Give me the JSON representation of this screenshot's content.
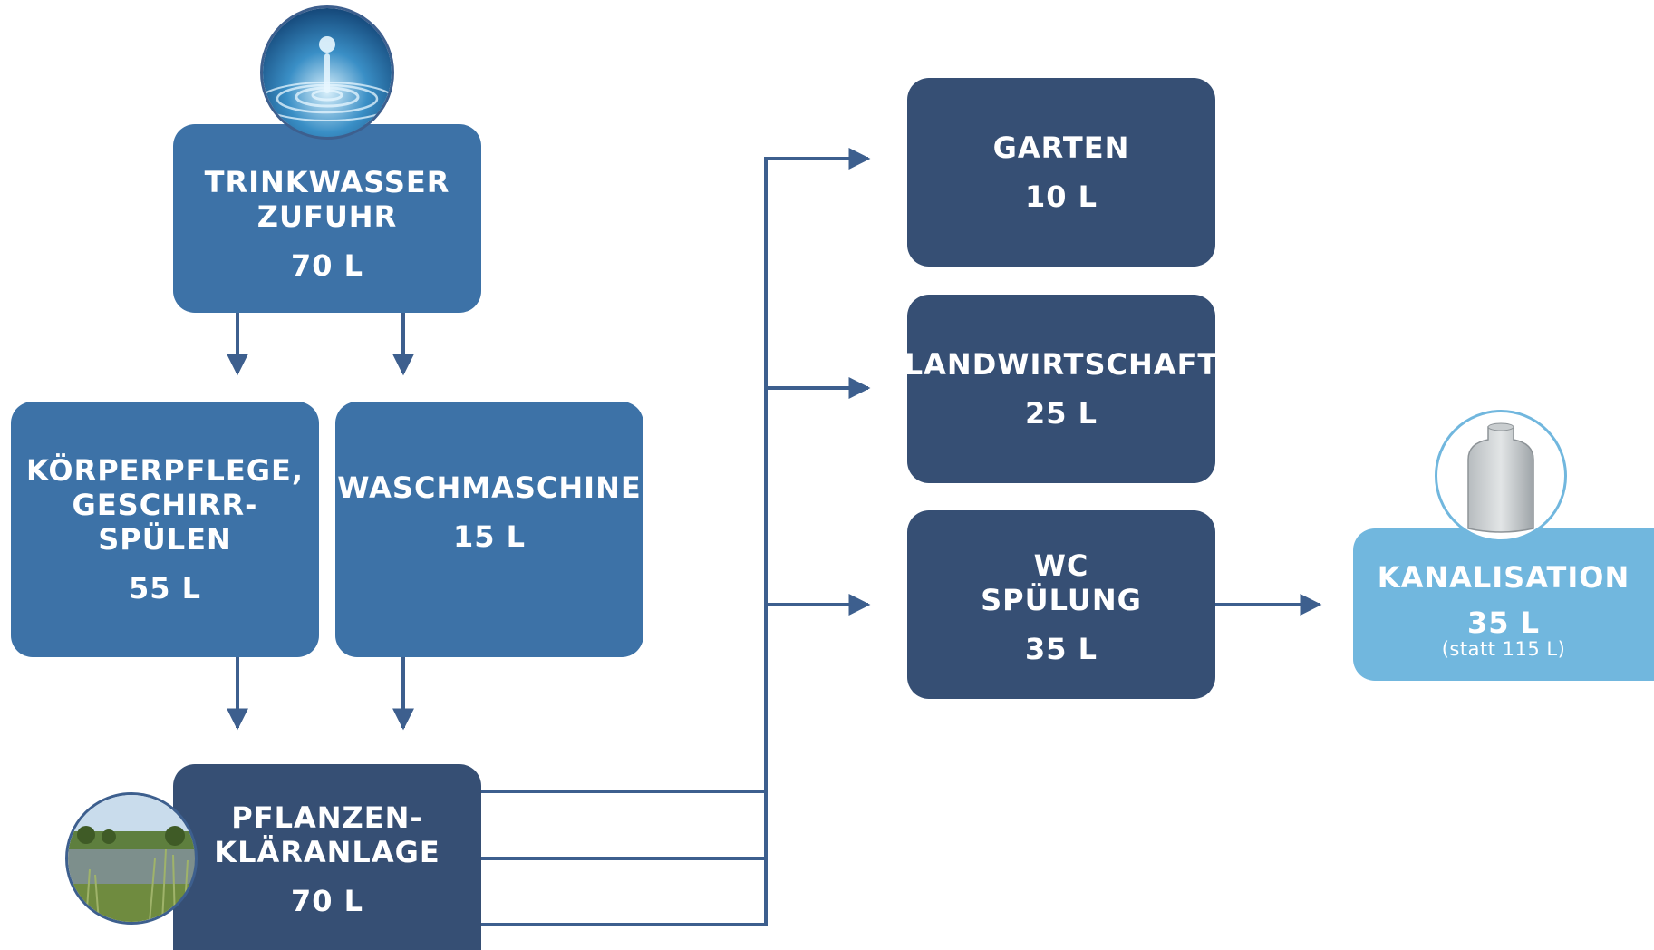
{
  "colors": {
    "box_supply": "#3d72a7",
    "box_treated": "#364f74",
    "box_sewer": "#71b7de",
    "connector": "#3d5f8e"
  },
  "nodes": {
    "trinkwasser": {
      "label": "TRINKWASSER\nZUFUHR",
      "value": "70 L",
      "icon": "water-drop-photo"
    },
    "koerperpflege": {
      "label": "KÖRPERPFLEGE,\nGESCHIRR-\nSPÜLEN",
      "value": "55 L"
    },
    "waschmaschine": {
      "label": "WASCHMASCHINE",
      "value": "15 L"
    },
    "klaeranlage": {
      "label": "PFLANZEN-\nKLÄRANLAGE",
      "value": "70 L",
      "icon": "pond-photo"
    },
    "garten": {
      "label": "GARTEN",
      "value": "10 L"
    },
    "landwirtschaft": {
      "label": "LANDWIRTSCHAFT",
      "value": "25 L"
    },
    "wc": {
      "label": "WC\nSPÜLUNG",
      "value": "35 L"
    },
    "kanalisation": {
      "label": "KANALISATION",
      "value": "35 L",
      "note": "(statt 115 L)",
      "icon": "tank-photo"
    }
  }
}
